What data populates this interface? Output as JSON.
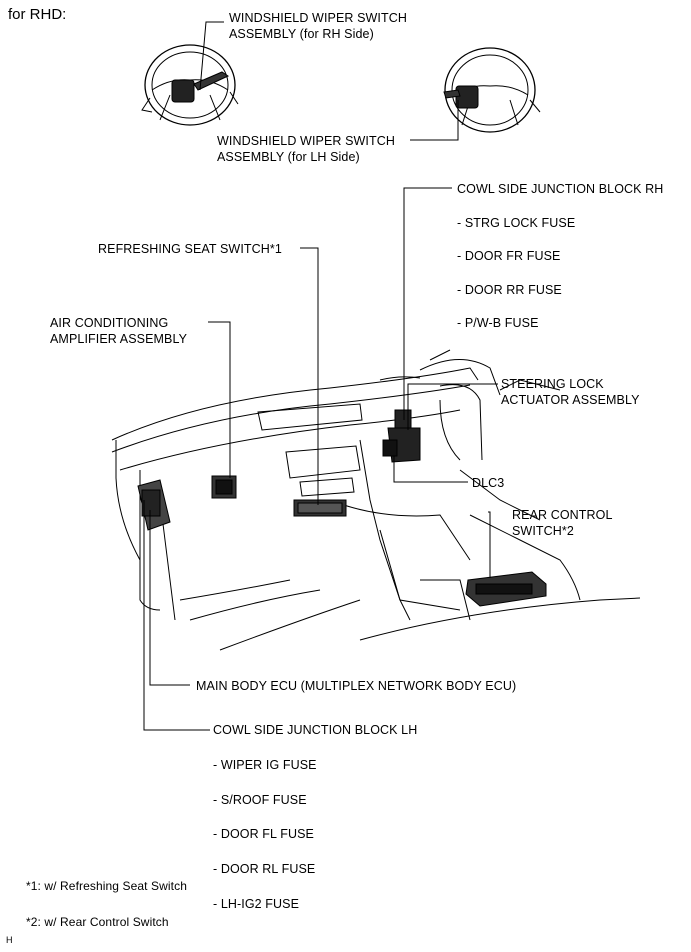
{
  "header": "for RHD:",
  "labels": {
    "wiper_rh_1": "WINDSHIELD WIPER SWITCH",
    "wiper_rh_2": "ASSEMBLY (for RH Side)",
    "wiper_lh_1": "WINDSHIELD WIPER SWITCH",
    "wiper_lh_2": "ASSEMBLY (for LH Side)",
    "cowl_rh": "COWL SIDE JUNCTION BLOCK RH",
    "cowl_rh_fuses": [
      "- STRG LOCK FUSE",
      "- DOOR FR FUSE",
      "- DOOR RR FUSE",
      "- P/W-B FUSE"
    ],
    "refreshing_seat": "REFRESHING SEAT SWITCH*1",
    "aircon_1": "AIR CONDITIONING",
    "aircon_2": "AMPLIFIER ASSEMBLY",
    "steering_lock_1": "STEERING LOCK",
    "steering_lock_2": "ACTUATOR ASSEMBLY",
    "dlc3": "DLC3",
    "rear_control_1": "REAR CONTROL",
    "rear_control_2": "SWITCH*2",
    "main_body_ecu": "MAIN BODY ECU (MULTIPLEX NETWORK BODY ECU)",
    "cowl_lh": "COWL SIDE JUNCTION BLOCK LH",
    "cowl_lh_fuses": [
      "- WIPER IG FUSE",
      "- S/ROOF FUSE",
      "- DOOR FL FUSE",
      "- DOOR RL FUSE",
      "- LH-IG2 FUSE"
    ]
  },
  "footnotes": [
    "*1: w/ Refreshing Seat Switch",
    "*2: w/ Rear Control Switch"
  ],
  "figure_code": "H"
}
